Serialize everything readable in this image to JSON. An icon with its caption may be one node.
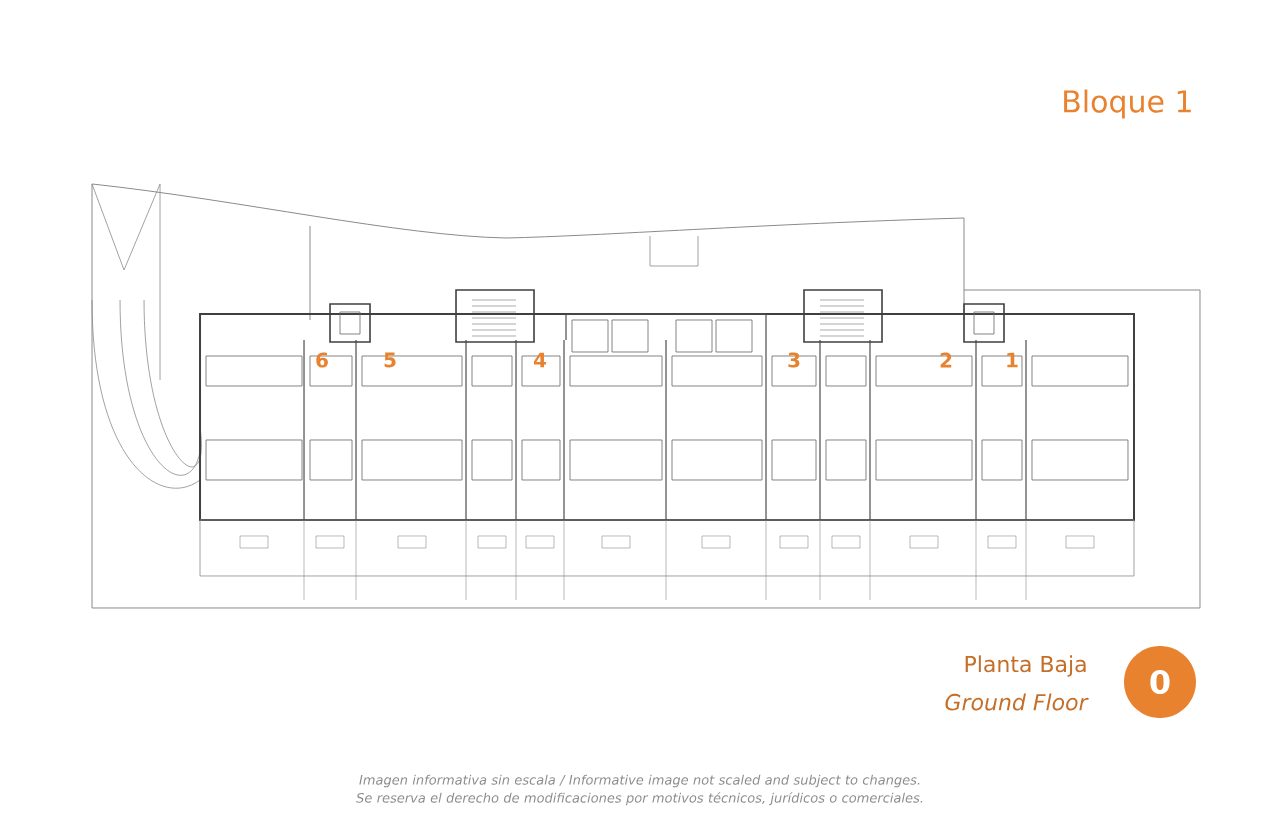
{
  "diagram": {
    "title": "Bloque 1",
    "caption": "Imagen informativa sin escala / Informative image not scaled and subject to changes. Se reserva el derecho de modificaciones por motivos técnicos, jurídicos o comerciales.",
    "nodes": [
      {
        "text": [
          "0"
        ]
      }
    ],
    "labels": [
      "6",
      "5",
      "4",
      "3",
      "2",
      "1",
      "Planta Baja",
      "Ground Floor"
    ]
  }
}
